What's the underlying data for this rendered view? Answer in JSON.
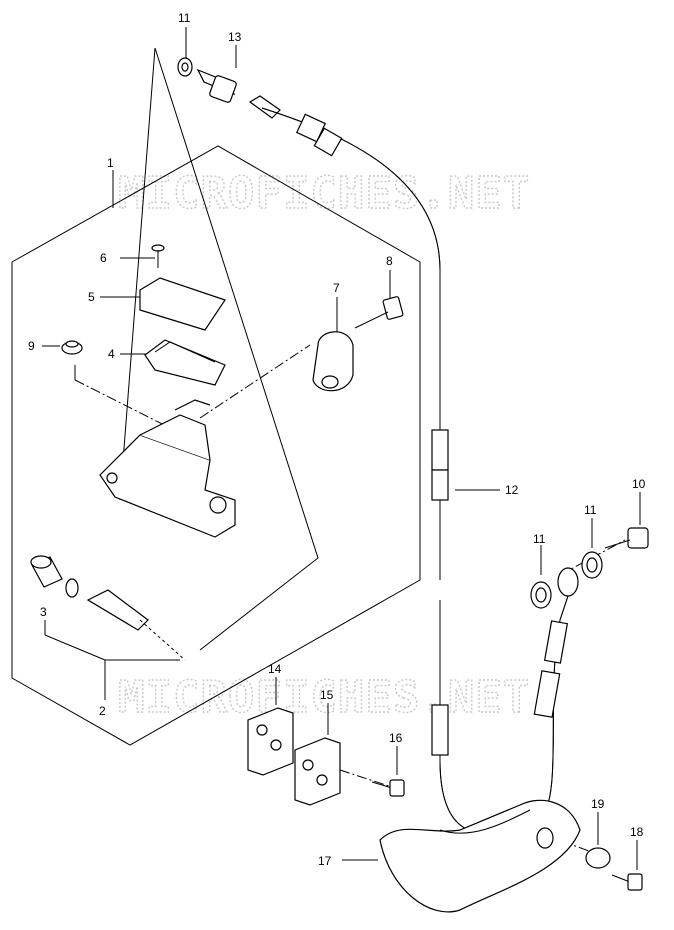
{
  "watermark": "MICROFICHES.NET",
  "callouts": {
    "c1": "1",
    "c2": "2",
    "c3": "3",
    "c4": "4",
    "c5": "5",
    "c6": "6",
    "c7": "7",
    "c8": "8",
    "c9": "9",
    "c10": "10",
    "c11a": "11",
    "c11b": "11",
    "c11c": "11",
    "c12": "12",
    "c13": "13",
    "c14": "14",
    "c15": "15",
    "c16": "16",
    "c17": "17",
    "c18": "18",
    "c19": "19"
  }
}
